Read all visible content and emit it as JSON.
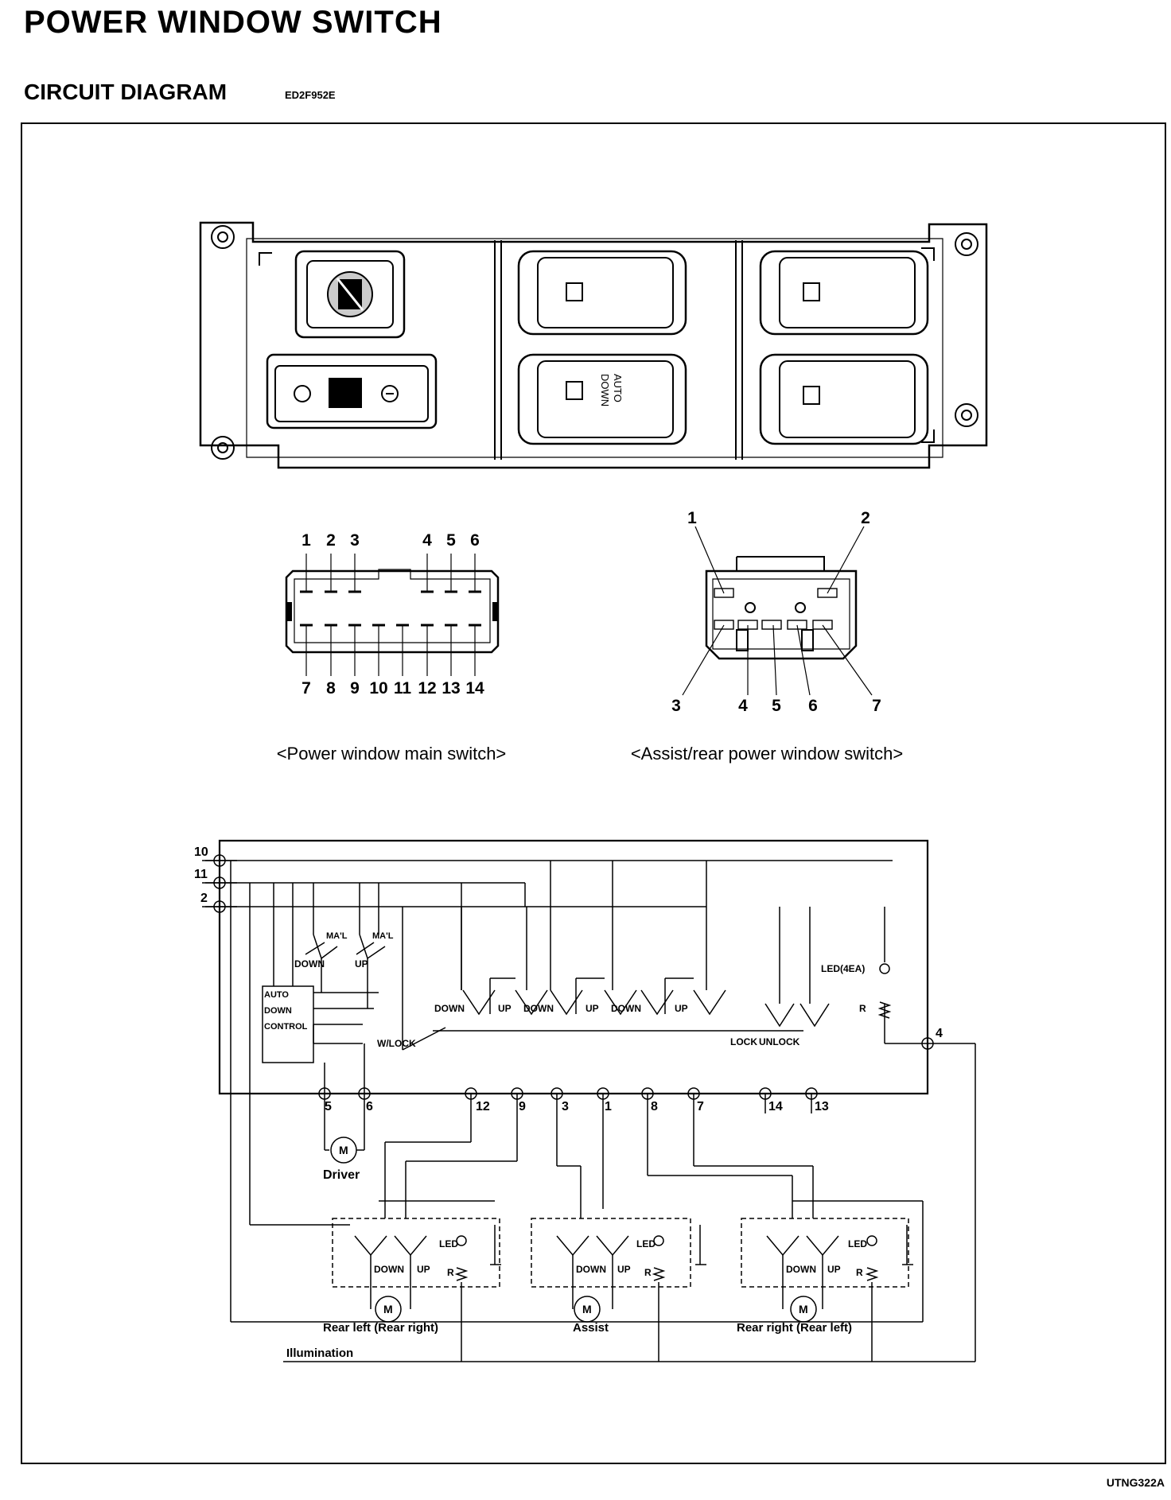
{
  "header": {
    "title": "POWER WINDOW SWITCH",
    "subtitle": "CIRCUIT DIAGRAM",
    "code": "ED2F952E"
  },
  "footer": {
    "code": "UTNG322A"
  },
  "switch_panel": {
    "auto_label_1": "AUTO",
    "auto_label_2": "DOWN"
  },
  "main_connector": {
    "caption": "<Power window main switch>",
    "top_pins": [
      "1",
      "2",
      "3",
      "4",
      "5",
      "6"
    ],
    "bottom_pins": [
      "7",
      "8",
      "9",
      "10",
      "11",
      "12",
      "13",
      "14"
    ]
  },
  "assist_connector": {
    "caption": "<Assist/rear power window switch>",
    "pins": [
      "1",
      "2",
      "3",
      "4",
      "5",
      "6",
      "7"
    ]
  },
  "circuit": {
    "left_pins": [
      "10",
      "11",
      "2"
    ],
    "bottom_pins": [
      "5",
      "6",
      "12",
      "9",
      "3",
      "1",
      "8",
      "7",
      "14",
      "13"
    ],
    "pin4": "4",
    "labels": {
      "mal1": "MA'L",
      "mal2": "MA'L",
      "down": "DOWN",
      "up": "UP",
      "auto": "AUTO",
      "auto_down": "DOWN",
      "control": "CONTROL",
      "wlock": "W/LOCK",
      "lock": "LOCK",
      "unlock": "UNLOCK",
      "led4ea": "LED(4EA)",
      "r": "R",
      "driver": "Driver",
      "motor": "M",
      "illumination": "Illumination",
      "led": "LED"
    },
    "sub_switches": [
      {
        "name": "Rear left (Rear right)"
      },
      {
        "name": "Assist"
      },
      {
        "name": "Rear right (Rear left)"
      }
    ]
  }
}
